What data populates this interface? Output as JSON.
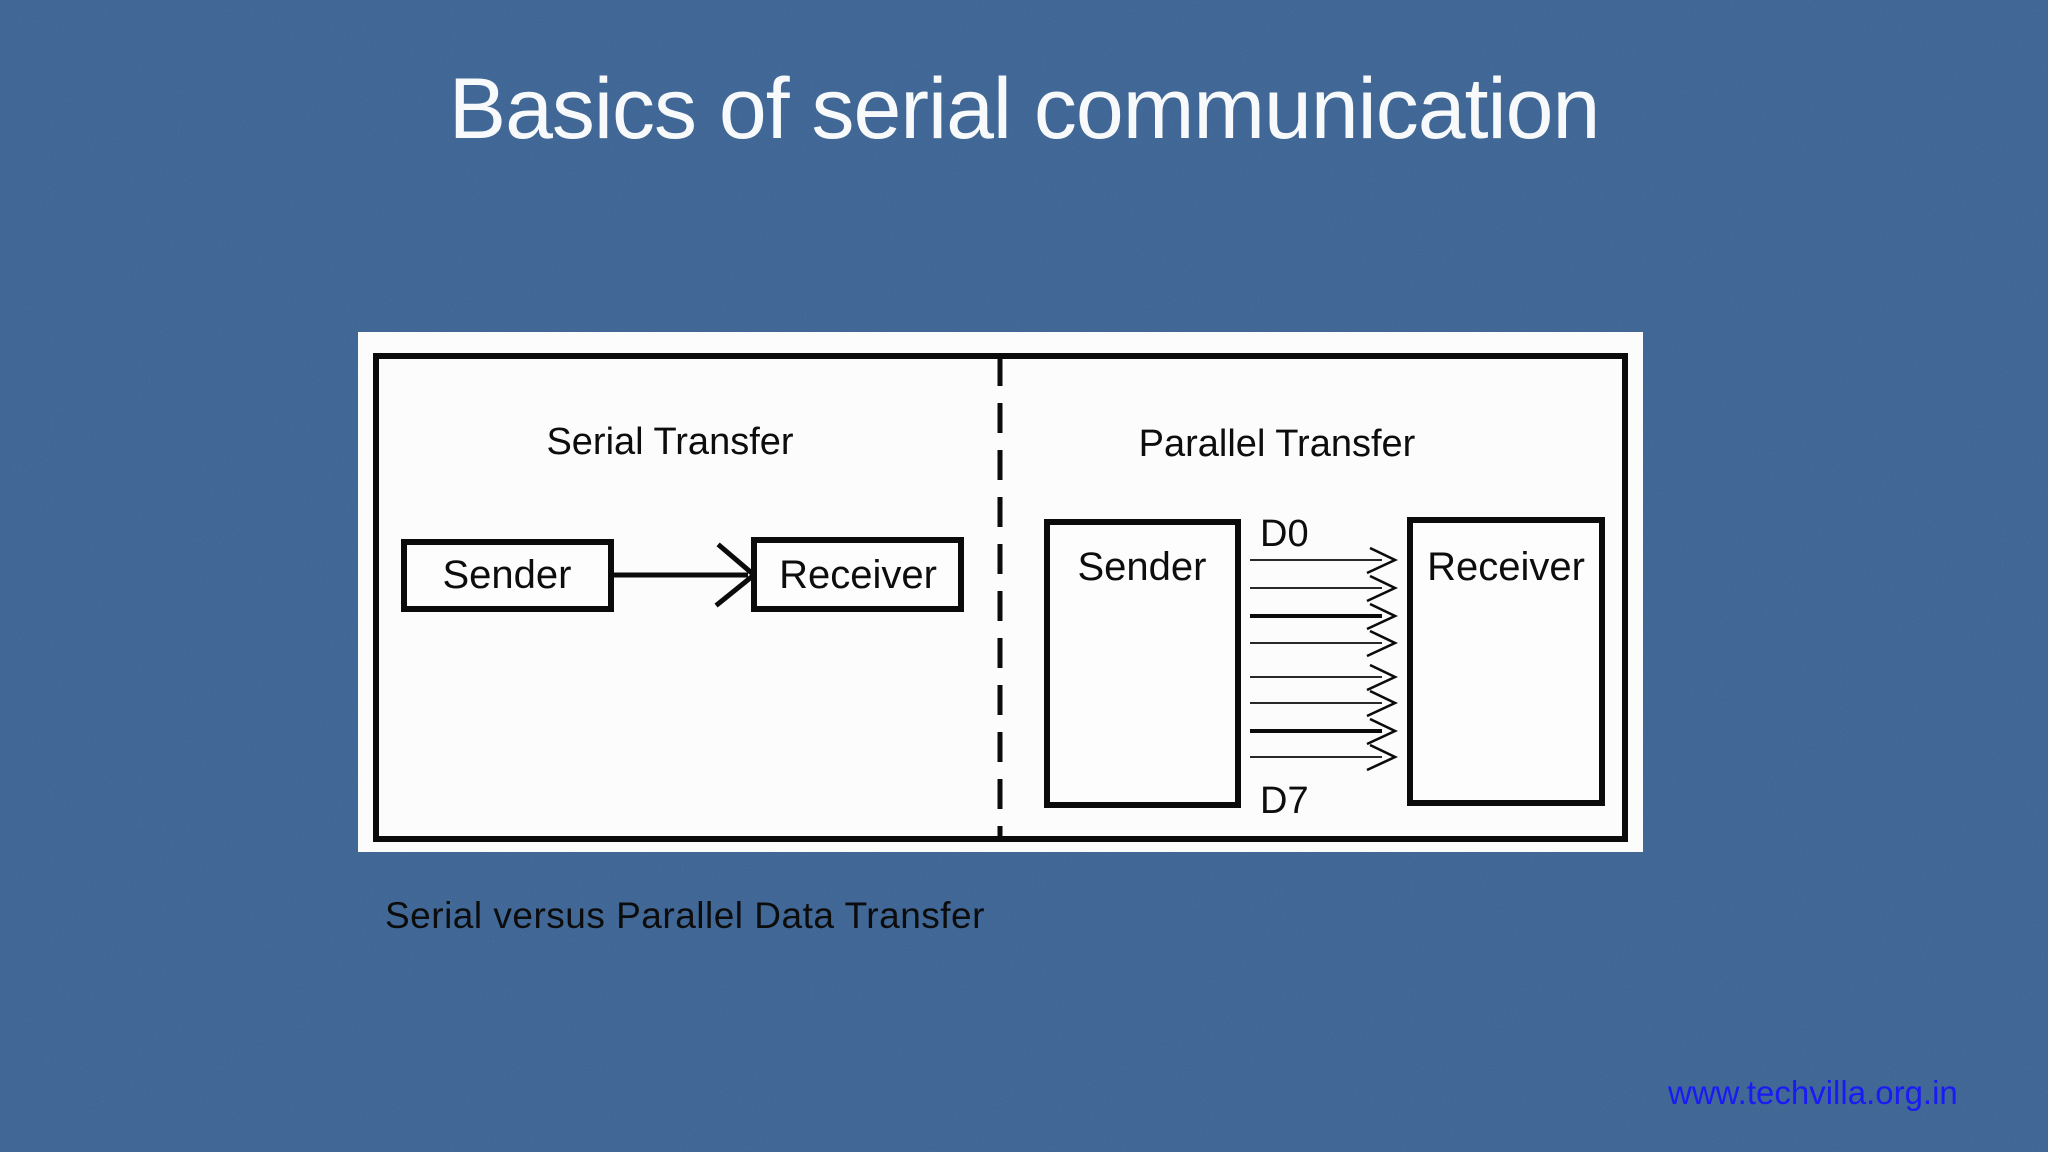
{
  "slide": {
    "title": "Basics of serial communication",
    "caption": "Serial versus Parallel Data Transfer",
    "footer_url": "www.techvilla.org.in"
  },
  "diagram": {
    "serial": {
      "heading": "Serial Transfer",
      "sender_label": "Sender",
      "receiver_label": "Receiver"
    },
    "parallel": {
      "heading": "Parallel Transfer",
      "sender_label": "Sender",
      "receiver_label": "Receiver",
      "first_line_label": "D0",
      "last_line_label": "D7",
      "line_count": 8
    }
  },
  "colors": {
    "background": "#3e6391",
    "panel_bg": "#fcfcfc",
    "diagram_ink": "#0b0b0b",
    "title_text": "#f7f9fa",
    "caption_text": "#0c0c0c",
    "url_text": "#1a1af5"
  }
}
